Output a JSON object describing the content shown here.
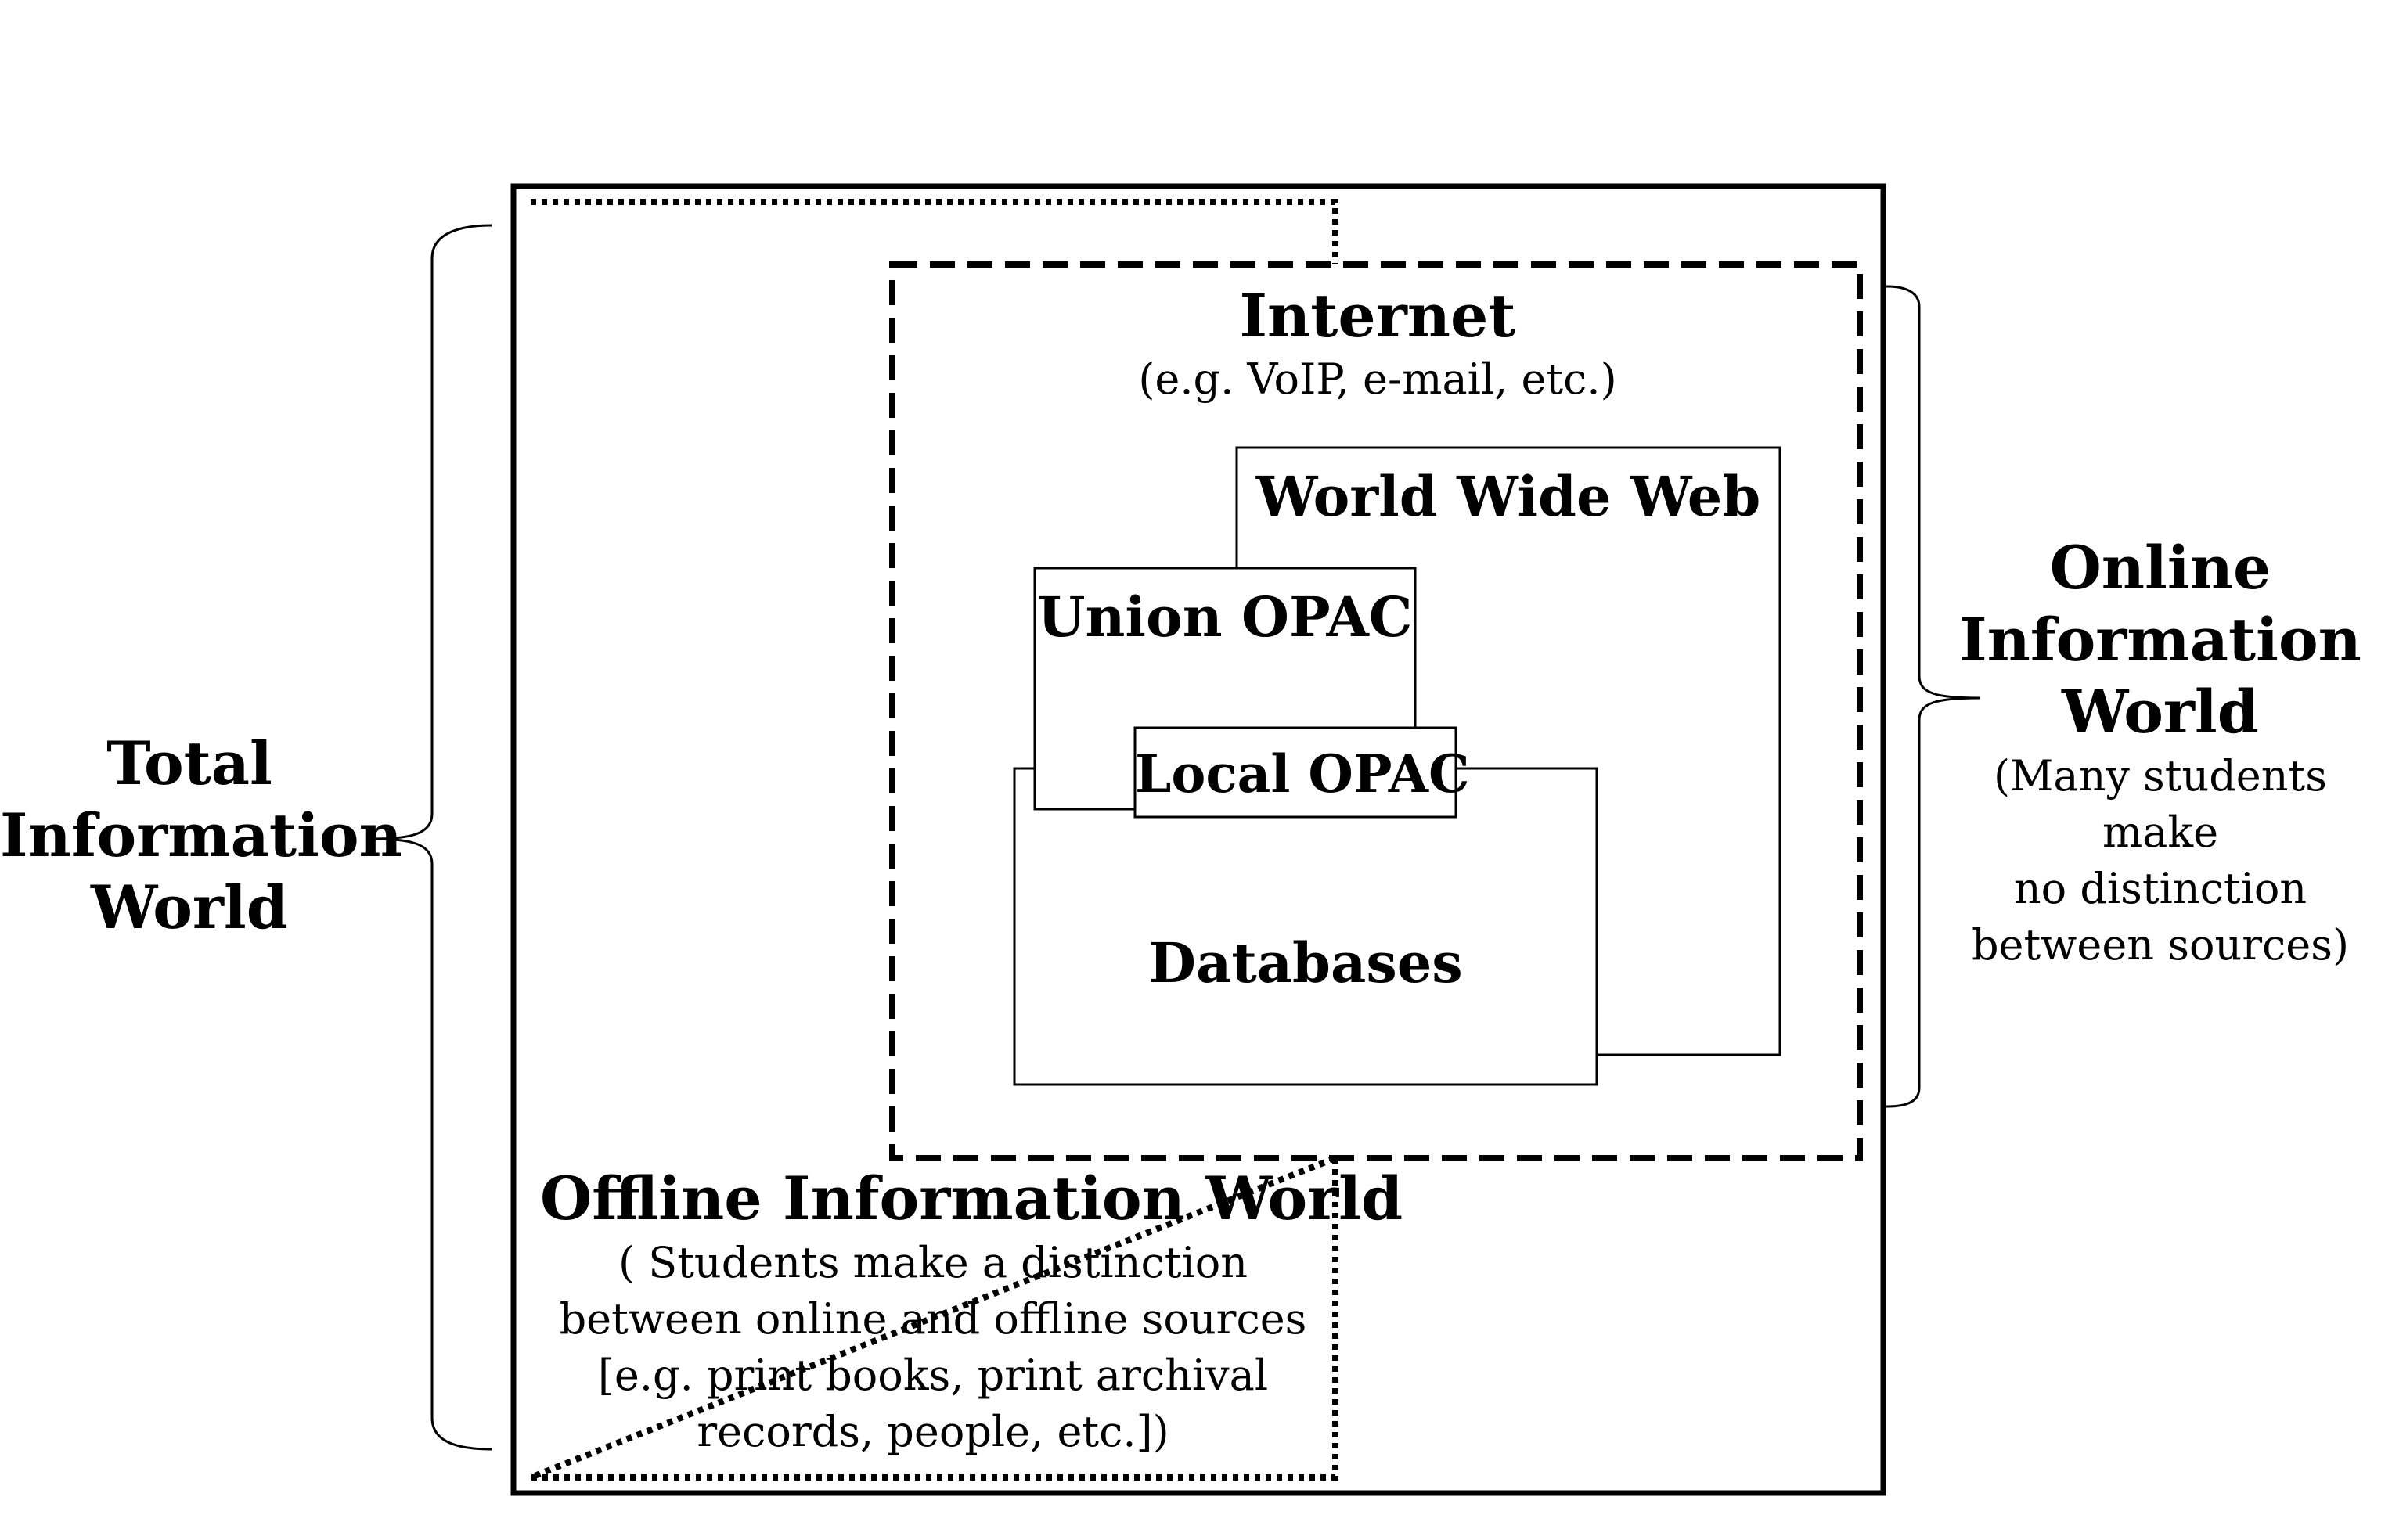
{
  "total_world": {
    "label_lines": [
      "Total",
      "Information",
      "World"
    ]
  },
  "online_world": {
    "label_lines": [
      "Online",
      "Information",
      "World"
    ],
    "note_lines": [
      "(Many students make",
      "no distinction",
      "between sources)"
    ]
  },
  "internet": {
    "title": "Internet",
    "subtitle": "(e.g. VoIP, e-mail, etc.)"
  },
  "www": {
    "title": "World Wide Web"
  },
  "union_opac": {
    "title": "Union OPAC"
  },
  "local_opac": {
    "title": "Local OPAC"
  },
  "databases": {
    "title": "Databases"
  },
  "offline_world": {
    "title": "Offline Information World",
    "note_lines": [
      "( Students make a distinction",
      "between online and offline sources",
      "[e.g. print books, print archival",
      "records, people, etc.])"
    ]
  },
  "colors": {
    "line": "#000000",
    "background": "#ffffff"
  }
}
